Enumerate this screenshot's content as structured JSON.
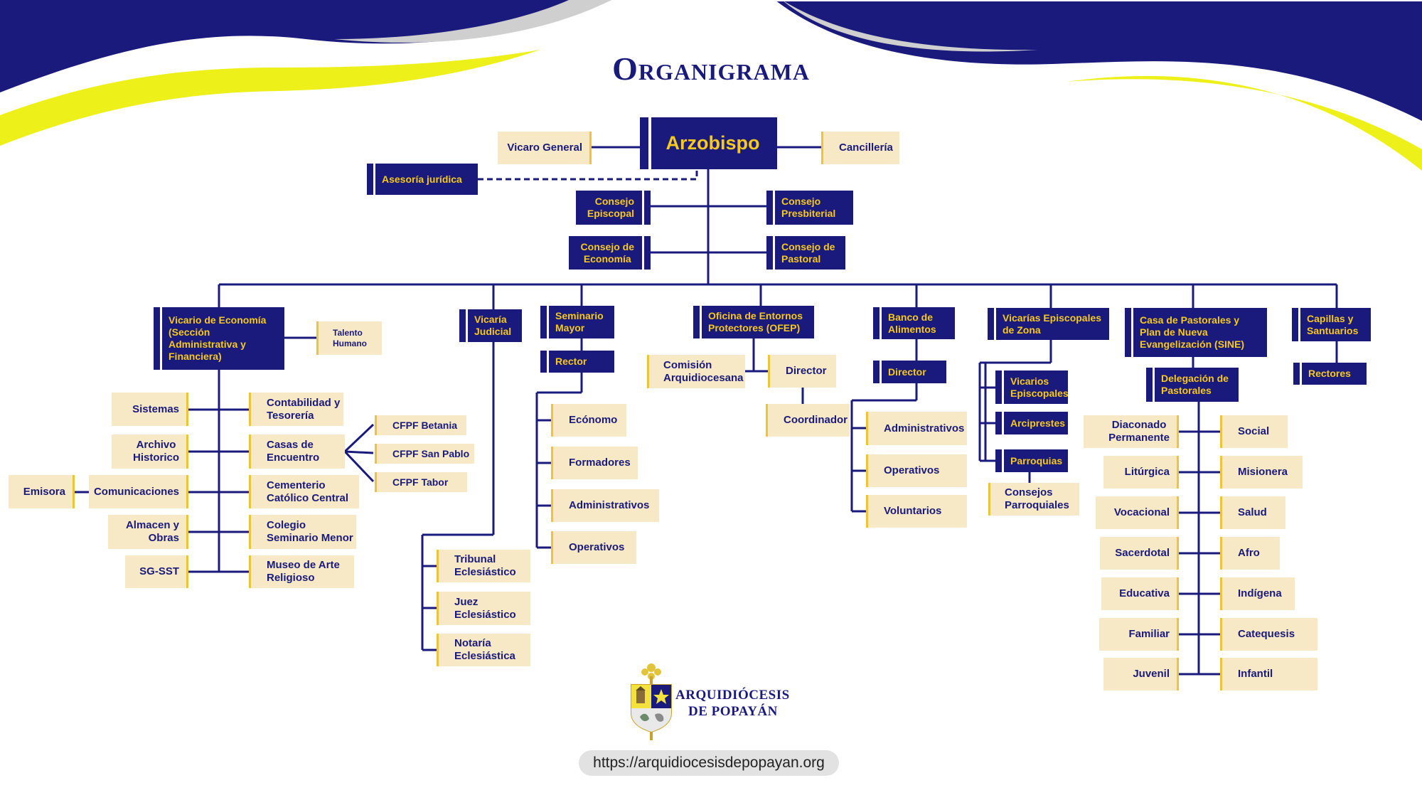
{
  "title": "Organigrama",
  "top": {
    "arzobispo": "Arzobispo",
    "vicario_general": "Vicaro General",
    "cancilleria": "Cancillería",
    "asesoria": "Asesoría jurídica",
    "consejo_episcopal": [
      "Consejo",
      "Episcopal"
    ],
    "consejo_presbiterial": [
      "Consejo",
      "Presbiterial"
    ],
    "consejo_economia": [
      "Consejo de",
      "Economía"
    ],
    "consejo_pastoral": [
      "Consejo de",
      "Pastoral"
    ]
  },
  "economia": {
    "head": [
      "Vicario de Economía",
      "(Sección",
      "Administrativa y",
      "Financiera)"
    ],
    "talento": [
      "Talento",
      "Humano"
    ],
    "left": [
      [
        "Sistemas"
      ],
      [
        "Archivo",
        "Historico"
      ],
      [
        "Comunicaciones"
      ],
      [
        "Almacen y",
        "Obras"
      ],
      [
        "SG-SST"
      ]
    ],
    "emisora": "Emisora",
    "right": [
      [
        "Contabilidad y",
        "Tesorería"
      ],
      [
        "Casas de",
        "Encuentro"
      ],
      [
        "Cementerio",
        "Católico Central"
      ],
      [
        "Colegio",
        "Seminario Menor"
      ],
      [
        "Museo de Arte",
        "Religioso"
      ]
    ],
    "cfpf": [
      "CFPF Betania",
      "CFPF San Pablo",
      "CFPF Tabor"
    ]
  },
  "judicial": {
    "head": [
      "Vicaría",
      "Judicial"
    ],
    "items": [
      [
        "Tribunal",
        "Eclesiástico"
      ],
      [
        "Juez",
        "Eclesiástico"
      ],
      [
        "Notaría",
        "Eclesiástica"
      ]
    ]
  },
  "seminario": {
    "head": [
      "Seminario",
      "Mayor"
    ],
    "rector": "Rector",
    "items": [
      "Ecónomo",
      "Formadores",
      "Administrativos",
      "Operativos"
    ]
  },
  "ofep": {
    "head": [
      "Oficina de Entornos",
      "Protectores (OFEP)"
    ],
    "comision": [
      "Comisión",
      "Arquidiocesana"
    ],
    "director": "Director",
    "coordinador": "Coordinador"
  },
  "banco": {
    "head": [
      "Banco de",
      "Alimentos"
    ],
    "director": "Director",
    "items": [
      "Administrativos",
      "Operativos",
      "Voluntarios"
    ]
  },
  "vicarias": {
    "head": [
      "Vicarías Episcopales",
      "de Zona"
    ],
    "items": [
      [
        "Vicarios",
        "Episcopales"
      ],
      [
        "Arciprestes"
      ],
      [
        "Parroquias"
      ]
    ],
    "consejos": [
      "Consejos",
      "Parroquiales"
    ]
  },
  "sine": {
    "head": [
      "Casa de Pastorales y",
      "Plan de Nueva",
      "Evangelización (SINE)"
    ],
    "delegacion": [
      "Delegación de",
      "Pastorales"
    ],
    "left": [
      [
        "Diaconado",
        "Permanente"
      ],
      [
        "Litúrgica"
      ],
      [
        "Vocacional"
      ],
      [
        "Sacerdotal"
      ],
      [
        "Educativa"
      ],
      [
        "Familiar"
      ],
      [
        "Juvenil"
      ]
    ],
    "right": [
      "Social",
      "Misionera",
      "Salud",
      "Afro",
      "Indígena",
      "Catequesis",
      "Infantil"
    ]
  },
  "capillas": {
    "head": [
      "Capillas y",
      "Santuarios"
    ],
    "rectores": "Rectores"
  },
  "logo": {
    "line1": "ARQUIDIÓCESIS",
    "line2": "DE POPAYÁN",
    "icon": "coat-of-arms-icon"
  },
  "url": "https://arquidiocesisdepopayan.org",
  "colors": {
    "navy": "#1a1a7c",
    "gold": "#f6c91c",
    "cream": "#f7e9c5",
    "yellow_wave": "#eef01a",
    "grey_wave": "#cfcfcf"
  }
}
